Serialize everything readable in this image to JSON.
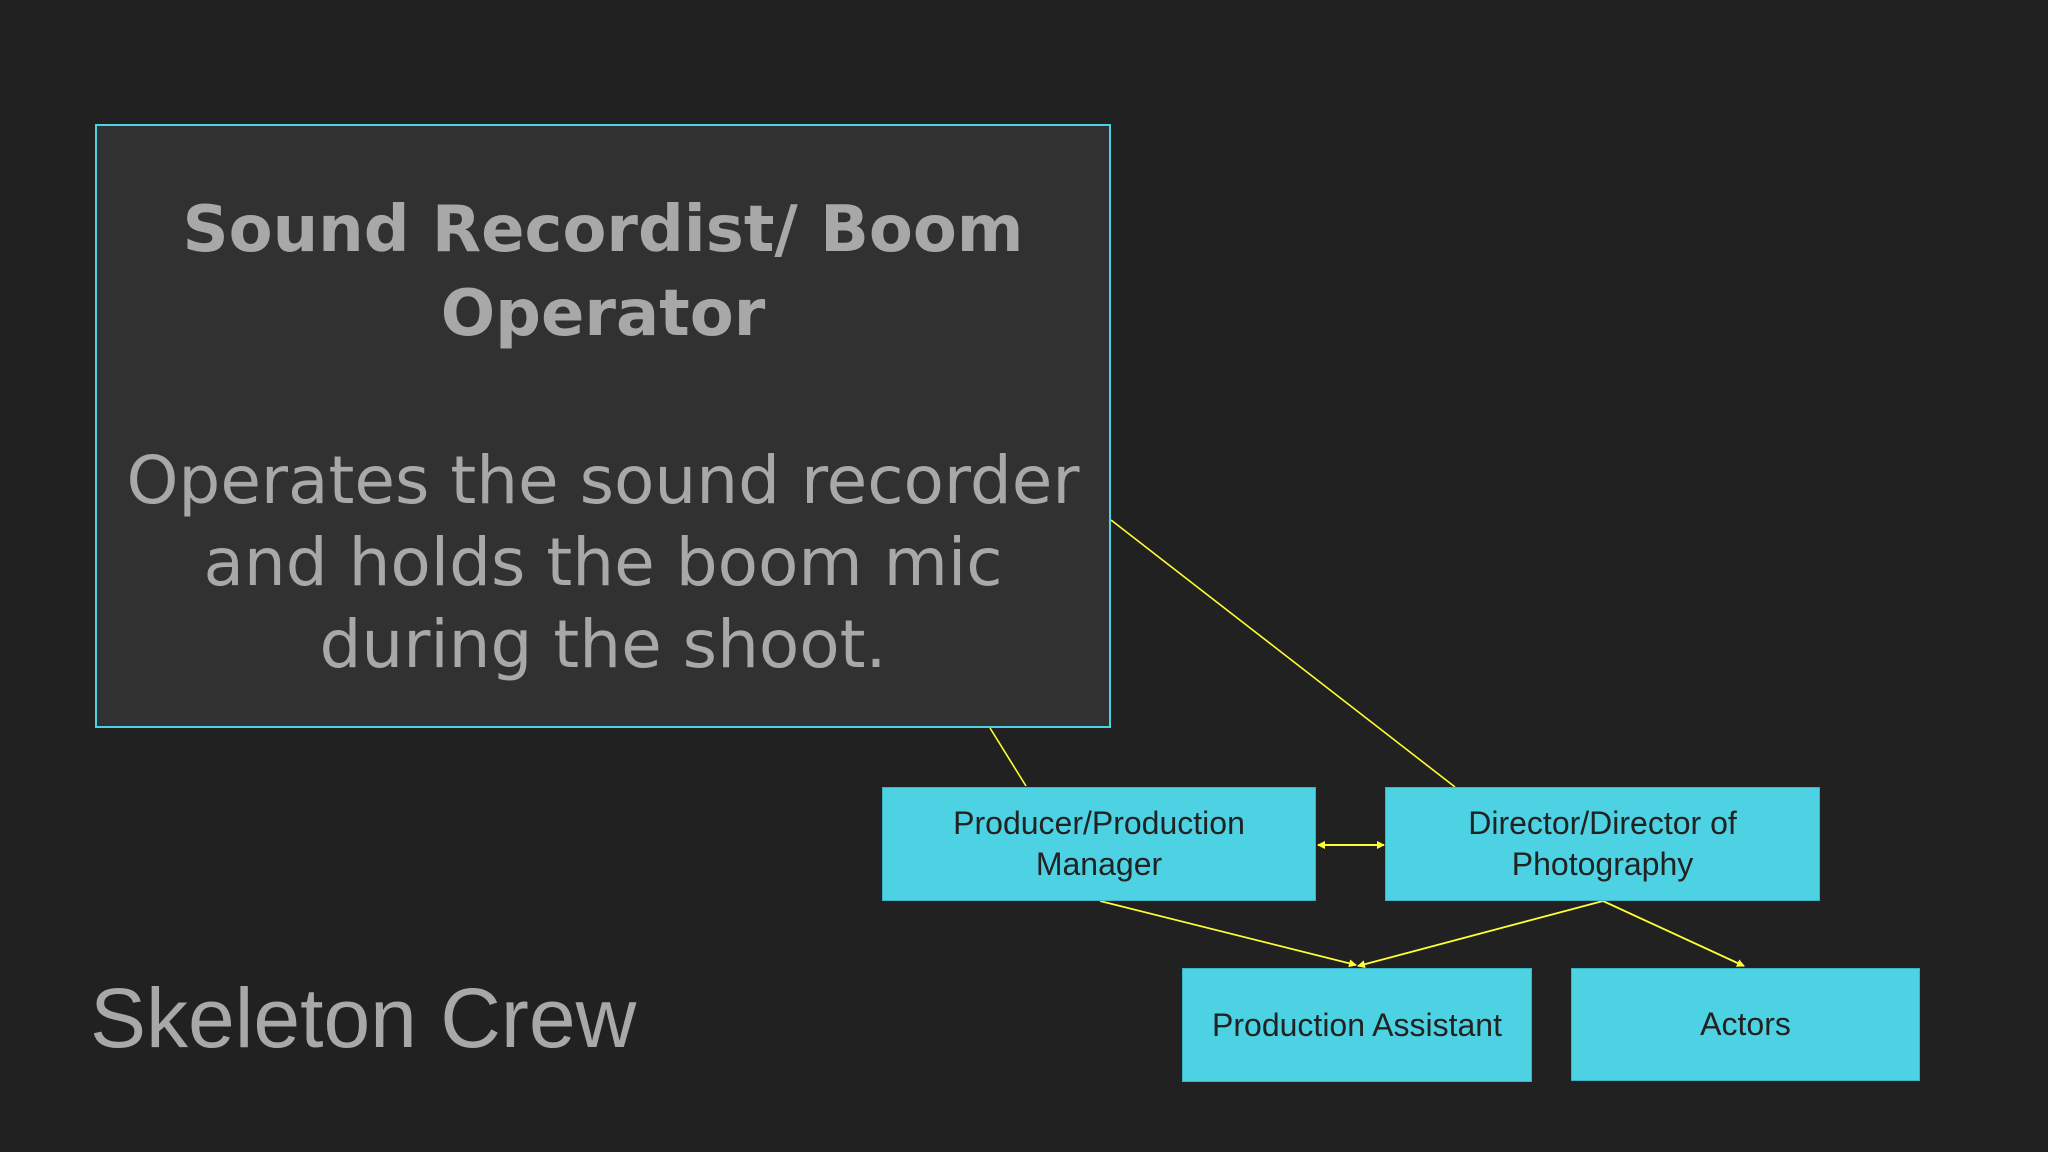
{
  "slide": {
    "title": "Skeleton Crew"
  },
  "callout": {
    "title": "Sound Recordist/ Boom Operator",
    "body": "Operates the sound recorder and holds the boom mic during the shoot."
  },
  "nodes": {
    "producer": "Producer/Production Manager",
    "director": "Director/Director of Photography",
    "production_assistant": "Production Assistant",
    "actors": "Actors"
  },
  "colors": {
    "background": "#212121",
    "callout_fill": "#313131",
    "node_fill": "#4dd2e4",
    "connector": "#ffff33",
    "text_gray": "#a8a8a8"
  }
}
